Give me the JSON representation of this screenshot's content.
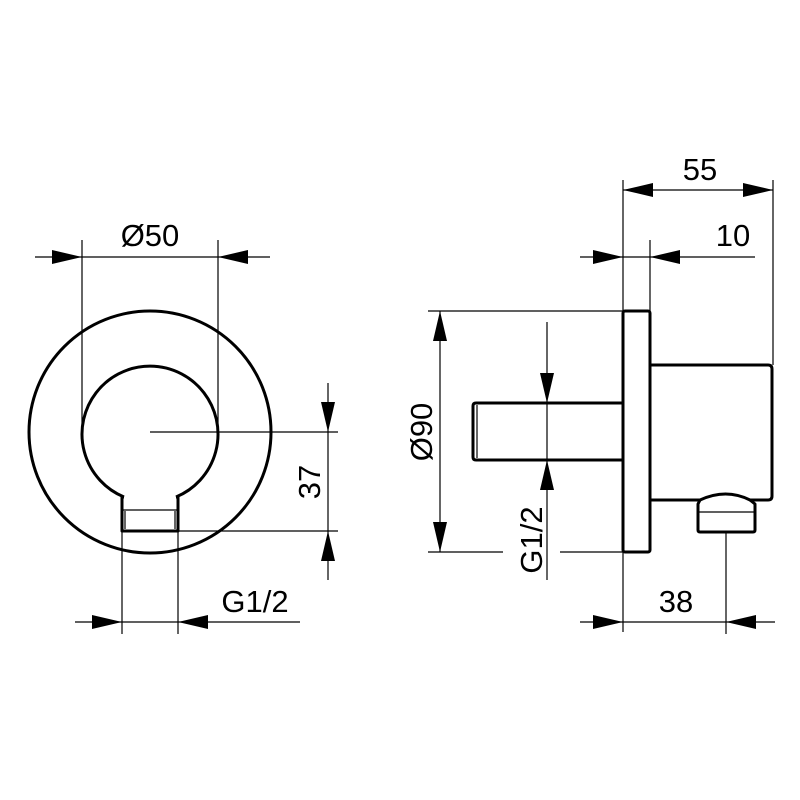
{
  "front_view": {
    "diameter_label": "Ø50",
    "offset_label": "37",
    "thread_label": "G1/2"
  },
  "side_view": {
    "depth_label": "55",
    "flange_label": "10",
    "outlet_label": "38",
    "rosette_label": "Ø90",
    "thread_label": "G1/2"
  },
  "colors": {
    "line": "#000000",
    "background": "#ffffff"
  }
}
